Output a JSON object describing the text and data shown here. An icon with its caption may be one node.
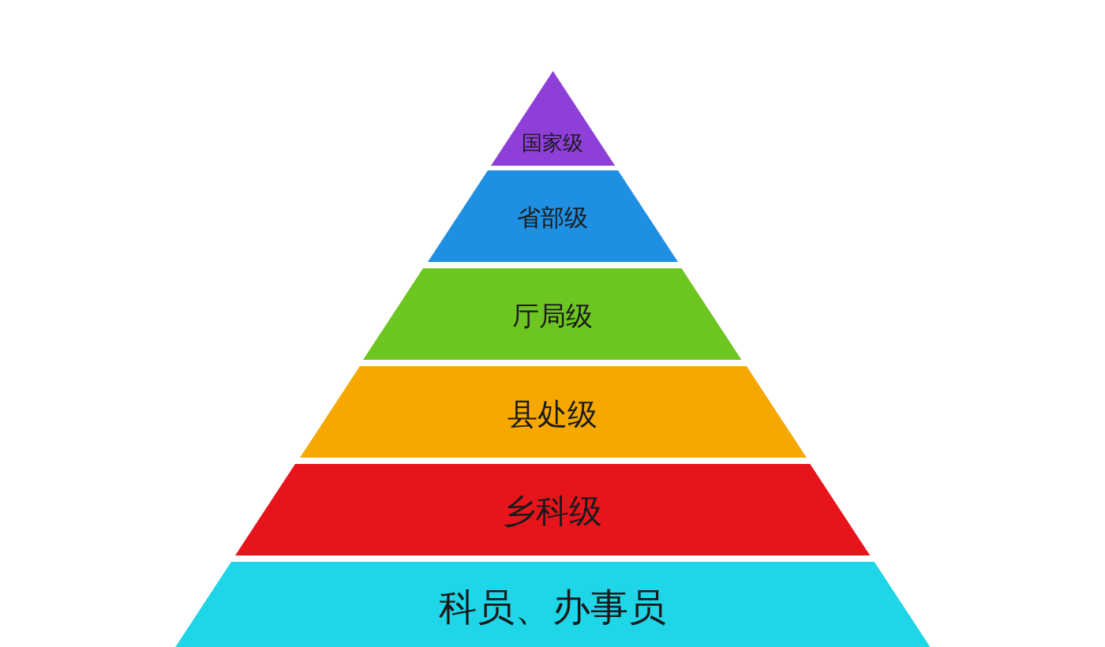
{
  "diagram": {
    "nodes": [
      {
        "text": [
          "国家级"
        ]
      },
      {
        "text": [
          "省部级"
        ]
      },
      {
        "text": [
          "厅局级"
        ]
      },
      {
        "text": [
          "县处级"
        ]
      },
      {
        "text": [
          "乡科级"
        ]
      },
      {
        "text": [
          "科员、办事员"
        ]
      }
    ]
  }
}
